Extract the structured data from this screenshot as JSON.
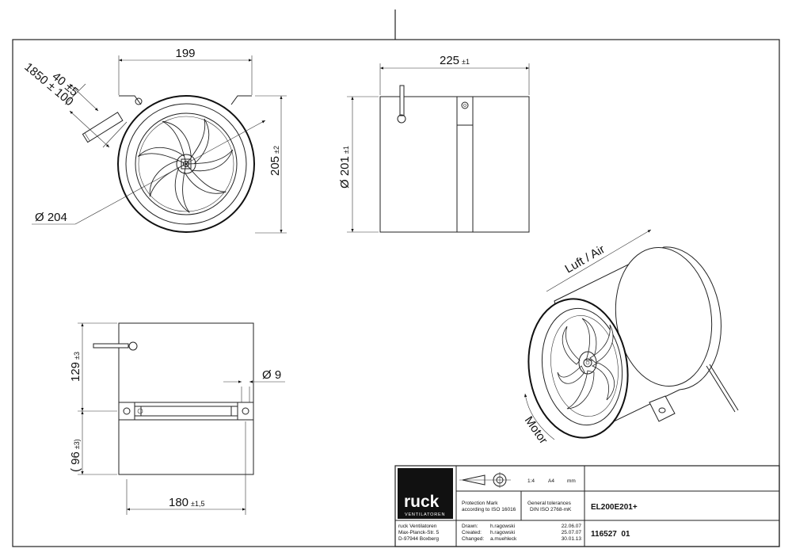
{
  "front_view": {
    "width": "199",
    "height": "205",
    "height_tol": "±2",
    "diameter": "Ø 204",
    "cable_len": "1850 ± 100",
    "cable_stub": "40 ±5"
  },
  "side_view": {
    "length": "225",
    "length_tol": "±1",
    "diameter": "Ø 201",
    "diameter_tol": "±1"
  },
  "bottom_view": {
    "upper": "129",
    "upper_tol": "±3",
    "lower": "( 96",
    "lower_tol": "±3)",
    "hole": "Ø 9",
    "base": "180",
    "base_tol": "±1,5"
  },
  "iso_view": {
    "airflow": "Luft / Air",
    "motor": "Motor"
  },
  "title_block": {
    "logo": "ruck",
    "logo_sub": "VENTILATOREN",
    "scale": "1:4",
    "format": "A4",
    "unit": "mm",
    "protection_1": "Protection Mark",
    "protection_2": "according to ISO 16016",
    "tolerance_1": "General tolerances",
    "tolerance_2": "DIN ISO 2768-mK",
    "product": "EL200E201+",
    "company_1": "ruck Ventilatoren",
    "company_2": "Max-Planck-Str. 5",
    "company_3": "D-97944 Boxberg",
    "drawn_label": "Drawn:",
    "drawn_by": "h.ragowski",
    "drawn_date": "22.06.07",
    "created_label": "Created:",
    "created_by": "h.ragowski",
    "created_date": "25.07.07",
    "changed_label": "Changed:",
    "changed_by": "a.muehleck",
    "changed_date": "30.01.13",
    "drawing_no": "116527  01"
  }
}
